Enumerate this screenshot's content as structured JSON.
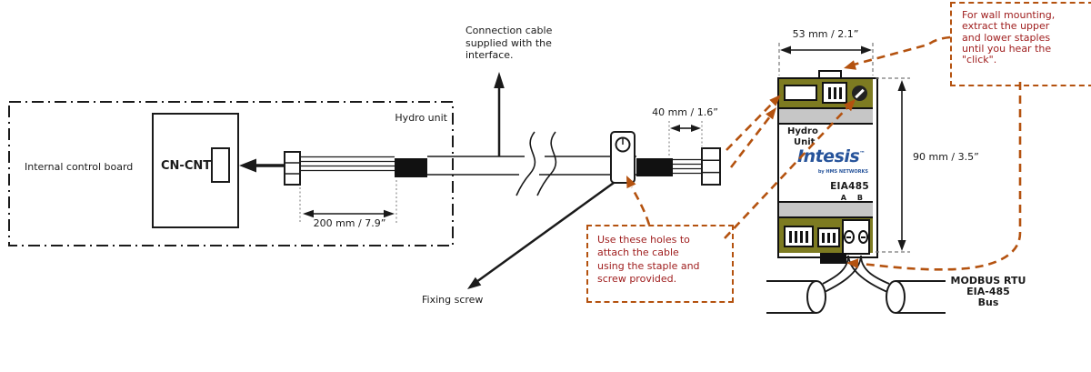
{
  "hydro_unit": {
    "box_label": "Hydro unit",
    "board_label": "Internal control board",
    "connector_label": "CN-CNT"
  },
  "cable": {
    "dim_board_side": "200 mm / 7.9”",
    "dim_device_side": "40 mm / 1.6”",
    "supplied_note_lines": [
      "Connection cable",
      "supplied with the",
      "interface."
    ],
    "fixing_screw_label": "Fixing screw"
  },
  "device": {
    "width_dim": "53 mm / 2.1”",
    "height_dim": "90 mm / 3.5”",
    "name_line1": "Hydro",
    "name_line2": "Unit",
    "brand": "Intesis",
    "brand_tm": "™",
    "brand_subtitle": "by HMS NETWORKS",
    "port_label": "EIA485",
    "terminal_a": "A",
    "terminal_b": "B"
  },
  "bus": {
    "lines": [
      "MODBUS RTU",
      "EIA-485",
      "Bus"
    ]
  },
  "notes": {
    "use_holes": {
      "lines": [
        "Use these holes to",
        "attach the cable",
        "using the staple and",
        "screw provided."
      ]
    },
    "wall_mount": {
      "lines": [
        "For wall mounting,",
        "extract the upper",
        "and lower staples",
        "until you hear the",
        "\"click\"."
      ]
    }
  },
  "icons": {
    "cable_clamp_screw": "slotted-circle",
    "mounting_hole": "dark-circle",
    "terminal_screw": "⊖"
  },
  "colors": {
    "annotation_orange": "#b4520f",
    "note_text_red": "#9e1b1b",
    "device_olive": "#7d7b21",
    "device_gray": "#c6c6c6",
    "brand_blue": "#27549b",
    "line_black": "#1a1a1a"
  }
}
